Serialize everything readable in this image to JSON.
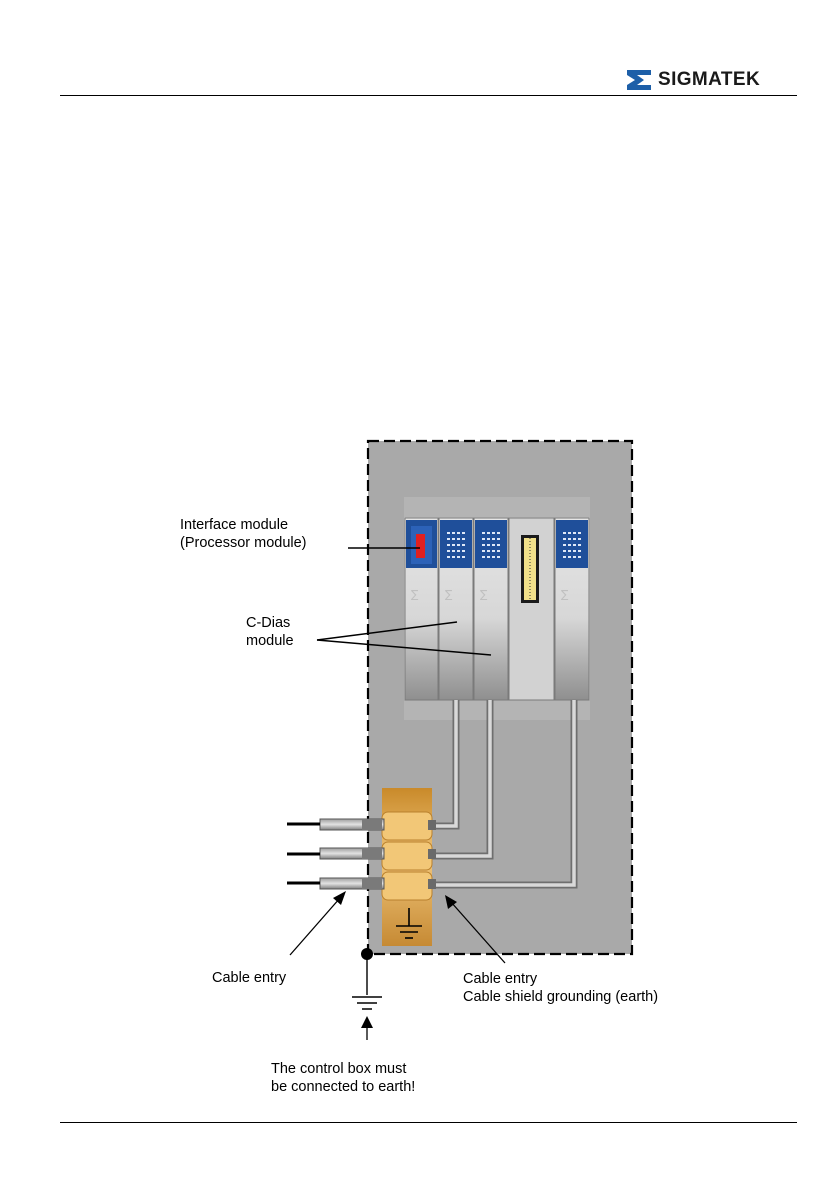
{
  "header": {
    "brand": "SIGMATEK",
    "brand_colors": {
      "mark": "#1d5fa8",
      "text": "#1a1a1a"
    },
    "logo_icon": "sigmatek-logo-icon"
  },
  "diagram": {
    "labels": {
      "interface_line1": "Interface module",
      "interface_line2": "(Processor module)",
      "cdias_line1": "C-Dias",
      "cdias_line2": "module",
      "cable_entry_left": "Cable entry",
      "cable_entry_right_line1": "Cable entry",
      "cable_entry_right_line2": "Cable shield grounding (earth)",
      "earth_note_line1": "The control box must",
      "earth_note_line2": "be connected to earth!"
    },
    "module_brand_mark": "∑",
    "colors": {
      "cabinet": "#a9a9a9",
      "module_blue": "#1f4f9a",
      "led_red": "#e02020",
      "clamp_bronze": "#d9a341",
      "connector_yellow": "#f1e08a"
    }
  }
}
